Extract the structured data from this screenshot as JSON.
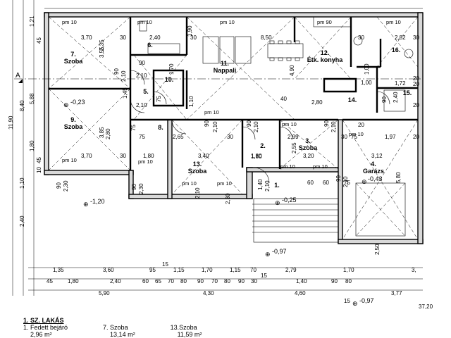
{
  "rooms": [
    {
      "num": "7.",
      "name": "Szoba"
    },
    {
      "num": "9.",
      "name": "Szoba"
    },
    {
      "num": "6.",
      "name": ""
    },
    {
      "num": "10.",
      "name": ""
    },
    {
      "num": "5.",
      "name": ""
    },
    {
      "num": "8.",
      "name": ""
    },
    {
      "num": "11.",
      "name": "Nappali"
    },
    {
      "num": "12.",
      "name": "Étk. konyha"
    },
    {
      "num": "16.",
      "name": ""
    },
    {
      "num": "15.",
      "name": ""
    },
    {
      "num": "14.",
      "name": ""
    },
    {
      "num": "13.",
      "name": "Szoba"
    },
    {
      "num": "2.",
      "name": ""
    },
    {
      "num": "3.",
      "name": "Szoba"
    },
    {
      "num": "4.",
      "name": "Garázs"
    },
    {
      "num": "1.",
      "name": ""
    }
  ],
  "levels": [
    "-0,23",
    "-0,43",
    "-1,20",
    "-0,25",
    "-0,97",
    "-0,97"
  ],
  "parapet": {
    "pm10": "pm 10",
    "pm90": "pm 90"
  },
  "section_mark": "A",
  "dims_top": [
    "3,70",
    "2,35",
    "30",
    "2,40",
    "1,90",
    "30",
    "8,50",
    "30",
    "2,82",
    "30",
    "20",
    "3,55",
    "1,70"
  ],
  "dims_left": [
    "1,21",
    "45",
    "5,88",
    "8,40",
    "11,90",
    "1,80",
    "45",
    "10",
    "1,10",
    "2,40"
  ],
  "dims_inner": [
    "90",
    "2,10",
    "90",
    "2,10",
    "1,45",
    "75",
    "2,10",
    "4,90",
    "1,10",
    "40",
    "2,80",
    "1,00",
    "1,00",
    "1,72",
    "20",
    "90",
    "2,40",
    "20",
    "2,80",
    "3,85",
    "75",
    "75",
    "2,65",
    "30",
    "1,80",
    "2,55",
    "2,99",
    "30",
    "75",
    "1,97",
    "20",
    "90",
    "2,10",
    "90",
    "2,10",
    "90",
    "2,10",
    "3,70",
    "1,80",
    "3,40",
    "1,80",
    "3,20",
    "3,12",
    "5,80",
    "30",
    "1,40",
    "2,10",
    "60",
    "60",
    "90",
    "2,10",
    "2,30",
    "90",
    "2,30",
    "90",
    "2,10",
    "75",
    "20",
    "2,30"
  ],
  "dims_bottom_row1": [
    "1,35",
    "3,60",
    "95",
    "1,15",
    "1,70",
    "1,15",
    "15",
    "70",
    "2,79",
    "1,70",
    "3,"
  ],
  "dims_bottom_row2": [
    "45",
    "1,80",
    "2,40",
    "60",
    "65",
    "70",
    "80",
    "90",
    "70",
    "80",
    "90",
    "30",
    "15",
    "1,40",
    "90",
    "80"
  ],
  "dims_bottom_row3": [
    "5,90",
    "4,30",
    "4,60",
    "3,77",
    "15"
  ],
  "dims_bottom_extra": [
    "37,20",
    "2,50"
  ],
  "legend": {
    "title": "1. SZ. LAKÁS",
    "items": [
      {
        "label": "1.  Fedett bejáró",
        "area": "2,96 m²"
      },
      {
        "label": "7.  Szoba",
        "area": "13,14 m²"
      },
      {
        "label": "13.Szoba",
        "area": "11,59 m²"
      }
    ]
  }
}
